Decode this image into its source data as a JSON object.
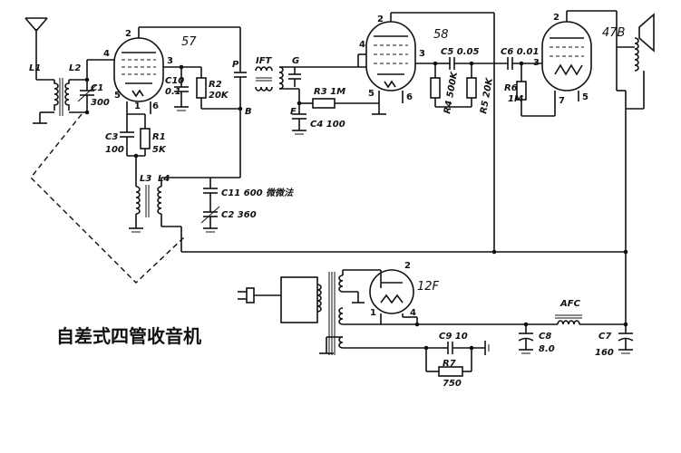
{
  "caption": "自差式四管收音机",
  "tubes": [
    {
      "id": "57",
      "label": "57"
    },
    {
      "id": "58",
      "label": "58"
    },
    {
      "id": "47B",
      "label": "47B"
    },
    {
      "id": "12F",
      "label": "12F"
    }
  ],
  "pins": {
    "t57": [
      "1",
      "2",
      "3",
      "4",
      "5",
      "6"
    ],
    "t58": [
      "2",
      "3",
      "4",
      "5",
      "6"
    ],
    "t47": [
      "2",
      "3",
      "5",
      "7"
    ],
    "t12f": [
      "1",
      "2",
      "4"
    ]
  },
  "nodes": {
    "P": "P",
    "IFT": "IFT",
    "G": "G",
    "F": "F",
    "B": "B"
  },
  "components": [
    {
      "ref": "L1",
      "text": "L1"
    },
    {
      "ref": "L2",
      "text": "L2"
    },
    {
      "ref": "L3",
      "text": "L3"
    },
    {
      "ref": "L4",
      "text": "L4"
    },
    {
      "ref": "C1_top",
      "text": "C1"
    },
    {
      "ref": "C1_value",
      "text": "300"
    },
    {
      "ref": "C3",
      "text": "C3"
    },
    {
      "ref": "C3_value",
      "text": "100"
    },
    {
      "ref": "R1",
      "text": "R1"
    },
    {
      "ref": "R1_value",
      "text": "5K"
    },
    {
      "ref": "C10",
      "text": "C10"
    },
    {
      "ref": "C10_value",
      "text": "0.1"
    },
    {
      "ref": "R2",
      "text": "R2"
    },
    {
      "ref": "R2_value",
      "text": "20K"
    },
    {
      "ref": "C11",
      "text": "C11 600 微微法"
    },
    {
      "ref": "C2",
      "text": "C2 360"
    },
    {
      "ref": "R3",
      "text": "R3 1M"
    },
    {
      "ref": "C4",
      "text": "C4 100"
    },
    {
      "ref": "C5",
      "text": "C5 0.05"
    },
    {
      "ref": "R4",
      "text": "R4 500K"
    },
    {
      "ref": "R5",
      "text": "R5 20K"
    },
    {
      "ref": "C6",
      "text": "C6 0.01"
    },
    {
      "ref": "R6",
      "text": "R6"
    },
    {
      "ref": "R6_value",
      "text": "1M"
    },
    {
      "ref": "C9",
      "text": "C9 10"
    },
    {
      "ref": "R7",
      "text": "R7"
    },
    {
      "ref": "R7_value",
      "text": "750"
    },
    {
      "ref": "C8",
      "text": "C8"
    },
    {
      "ref": "C8_value",
      "text": "8.0"
    },
    {
      "ref": "C7",
      "text": "C7"
    },
    {
      "ref": "C7_value",
      "text": "160"
    },
    {
      "ref": "AFC",
      "text": "AFC"
    }
  ]
}
